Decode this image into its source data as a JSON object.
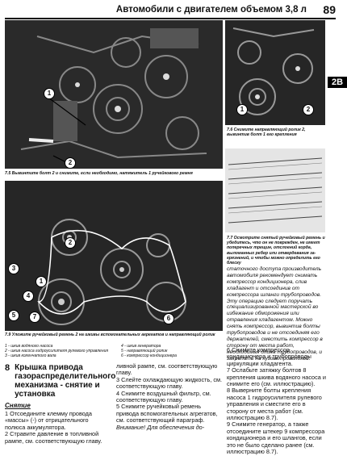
{
  "header": {
    "title": "Автомобили с двигателем объемом 3,8 л",
    "page": "89"
  },
  "tab": "2B",
  "fig75": {
    "caption": "7.5 Вывинтите болт 2 и снимите, если необходимо, натяжитель 1 ручейкового ремня",
    "callout1": "1",
    "callout2": "2"
  },
  "fig76": {
    "caption": "7.6 Снимите направляющий ролик 2, вывинтив болт 1 его крепления",
    "callout1": "1",
    "callout2": "2"
  },
  "fig77": {
    "caption": "7.7 Осмотрите снятый ручейковый ремень и убедитесь, что он не поврежден, не имеет поперечных трещин, отслоений кордa, выломанных ребер или отвердевания за-грязнений, и чтобы можно определить его блеску"
  },
  "right_italic": "статочного доступа производитель автомобиля рекомендует снимать компрессор кондиционера, слив хладагент и отсоединив от компрессора шланги трубопроводов. Эту операцию следует поручать специализированной мастерской во избежание обморожения или отравления хладагентом. Можно снять компрессор, вывинтив болты трубопроводов и не отсоединяя его держателей, сместить компрессор в сторону от места работ, необходимая длина трубопроводов, и закрепить на кузове проволокой.",
  "fig79": {
    "caption": "7.9 Уложите ручейковый ремень 2 на шкивы вспомогательных агрегатов и направляющий ролик",
    "callouts": [
      "1",
      "2",
      "3",
      "4",
      "5",
      "6",
      "7"
    ],
    "legend_left": [
      "1 - шкив водяного насоса",
      "2 - шкив насоса гидроусилителя рулевого управления",
      "3 - шкив коленчатого вала"
    ],
    "legend_right": [
      "4 - шкив генератора",
      "5 - направляющий ролик",
      "6 - компрессор кондиционера"
    ]
  },
  "section8": {
    "num": "8",
    "title": "Крышка привода газораспределительного механизма - снятие и установка",
    "removal": "Снятие",
    "steps": [
      "1 Отсоедините клемму провода «массы» (-) от отрицательного полюса аккумулятора.",
      "2 Стравите давление в топливной рампе, см. соответствующую главу."
    ]
  },
  "mid_text": [
    "ливной рампе, см. соответствующую главу.",
    "3 Слейте охлаждающую жидкость, см. соответствующую главу.",
    "4 Снимите воздушный фильтр, см. соответствующую главу.",
    "5 Снимите ручейковый ремень привода вспомогательных агрегатов, см. соответствующий параграф.",
    "Внимание! Для обеспечения до-"
  ],
  "right_steps": [
    "6 Снимите компрессор кондиционера и трубопроводы циркуляции хладагента.",
    "7 Ослабьте затяжку болтов 8 крепления шкива водяного насоса и снимите его (см. иллюстрацию).",
    "8 Выверните болты крепления насоса 1 гидроусилителя рулевого управления и сместите его в сторону от места работ (см. иллюстрацию 8.7).",
    "9 Снимите генератор, а также отсоедините штекер 9 компрессора кондиционера и его шлангов, если это не было сделано ранее (см. иллюстрацию 8.7)."
  ]
}
